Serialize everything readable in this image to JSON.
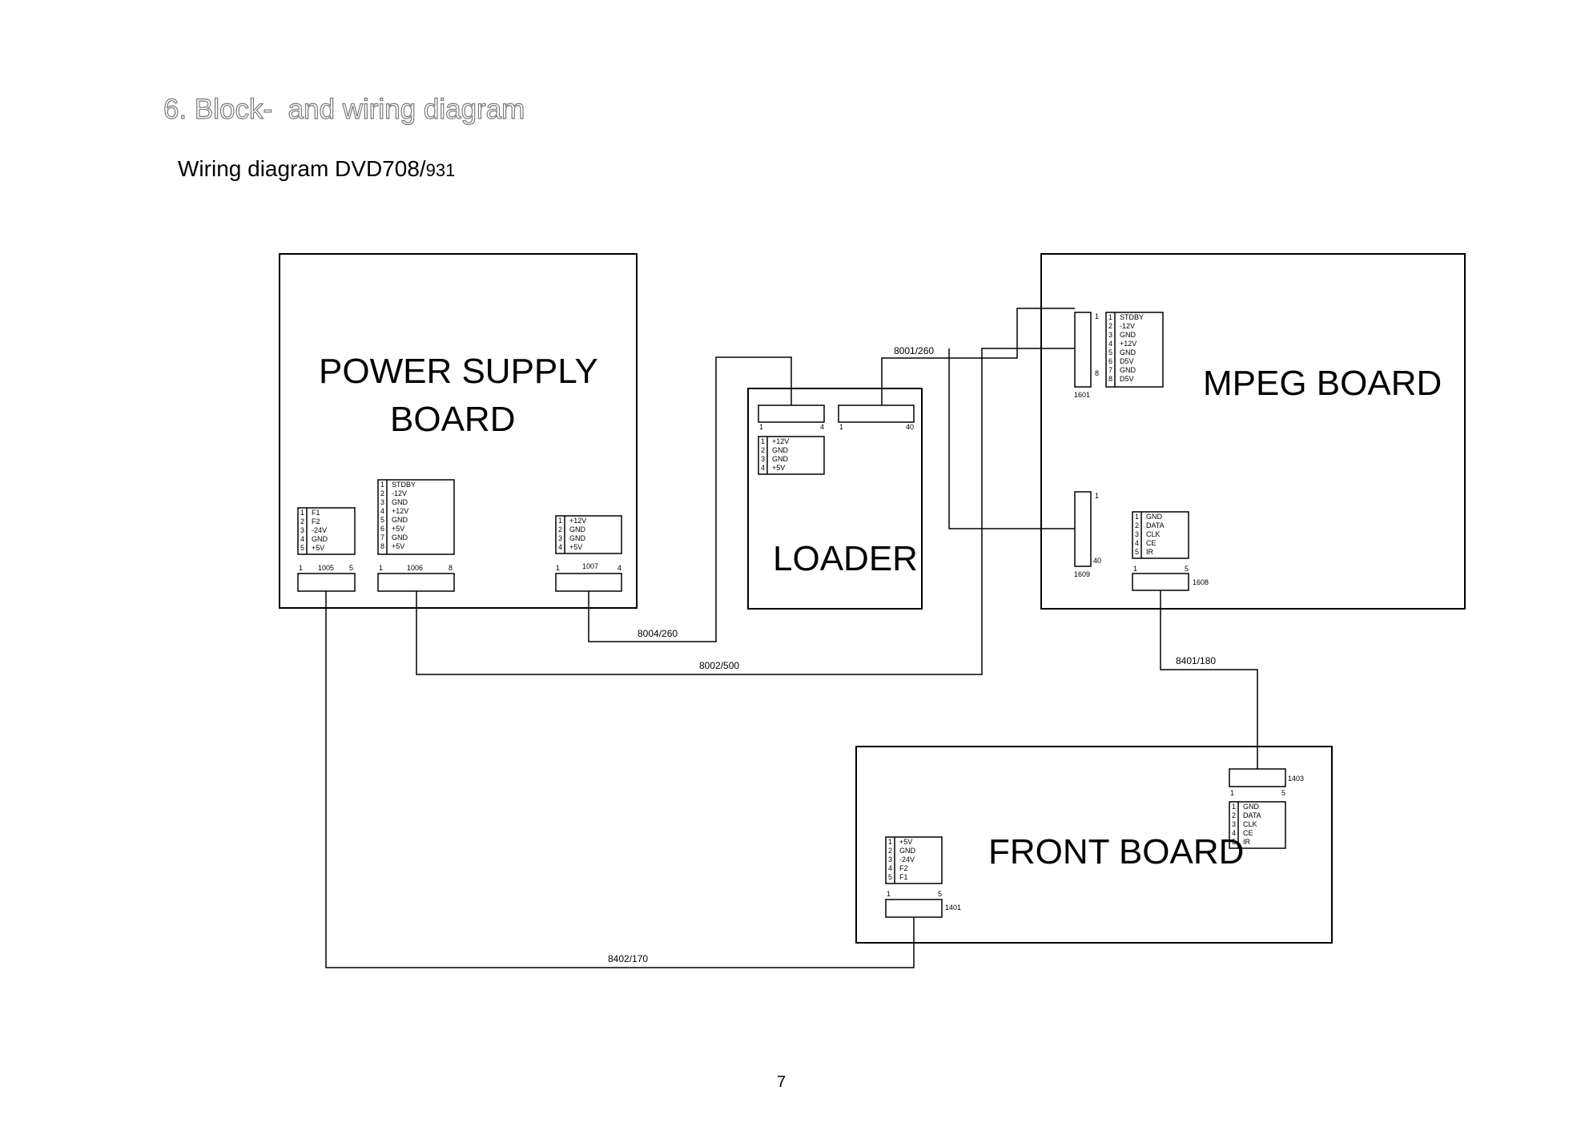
{
  "page": {
    "title": "6. Block-  and wiring diagram",
    "subtitle_main": "Wiring diagram DVD708/",
    "subtitle_small": "931",
    "page_number": "7"
  },
  "boards": {
    "power": {
      "line1": "POWER SUPPLY",
      "line2": "BOARD"
    },
    "loader": {
      "name": "LOADER"
    },
    "mpeg": {
      "name": "MPEG BOARD"
    },
    "front": {
      "name": "FRONT BOARD"
    }
  },
  "connectors": {
    "c1005": {
      "id": "1005",
      "first": "1",
      "last": "5",
      "pins": [
        "F1",
        "F2",
        "-24V",
        "GND",
        "+5V"
      ]
    },
    "c1006": {
      "id": "1006",
      "first": "1",
      "last": "8",
      "pins": [
        "STDBY",
        "-12V",
        "GND",
        "+12V",
        "GND",
        "+5V",
        "GND",
        "+5V"
      ]
    },
    "c1007": {
      "id": "1007",
      "first": "1",
      "last": "4",
      "pins": [
        "+12V",
        "GND",
        "GND",
        "+5V"
      ]
    },
    "loader_power": {
      "first": "1",
      "last": "4",
      "pins": [
        "+12V",
        "GND",
        "GND",
        "+5V"
      ]
    },
    "loader_data": {
      "first": "1",
      "last": "40"
    },
    "c1601": {
      "id": "1601",
      "first": "1",
      "last": "8",
      "pins": [
        "STDBY",
        "-12V",
        "GND",
        "+12V",
        "GND",
        "D5V",
        "GND",
        "D5V"
      ]
    },
    "c1609": {
      "id": "1609",
      "first": "1",
      "last": "40"
    },
    "c1608": {
      "id": "1608",
      "first": "1",
      "last": "5",
      "pins": [
        "GND",
        "DATA",
        "CLK",
        "CE",
        "IR"
      ]
    },
    "c1403": {
      "id": "1403",
      "first": "1",
      "last": "5",
      "pins": [
        "GND",
        "DATA",
        "CLK",
        "CE",
        "IR"
      ]
    },
    "c1401": {
      "id": "1401",
      "first": "1",
      "last": "5",
      "pins": [
        "+5V",
        "GND",
        "-24V",
        "F2",
        "F1"
      ]
    }
  },
  "cables": {
    "c8001": "8001/260",
    "c8004": "8004/260",
    "c8002": "8002/500",
    "c8401": "8401/180",
    "c8402": "8402/170"
  }
}
